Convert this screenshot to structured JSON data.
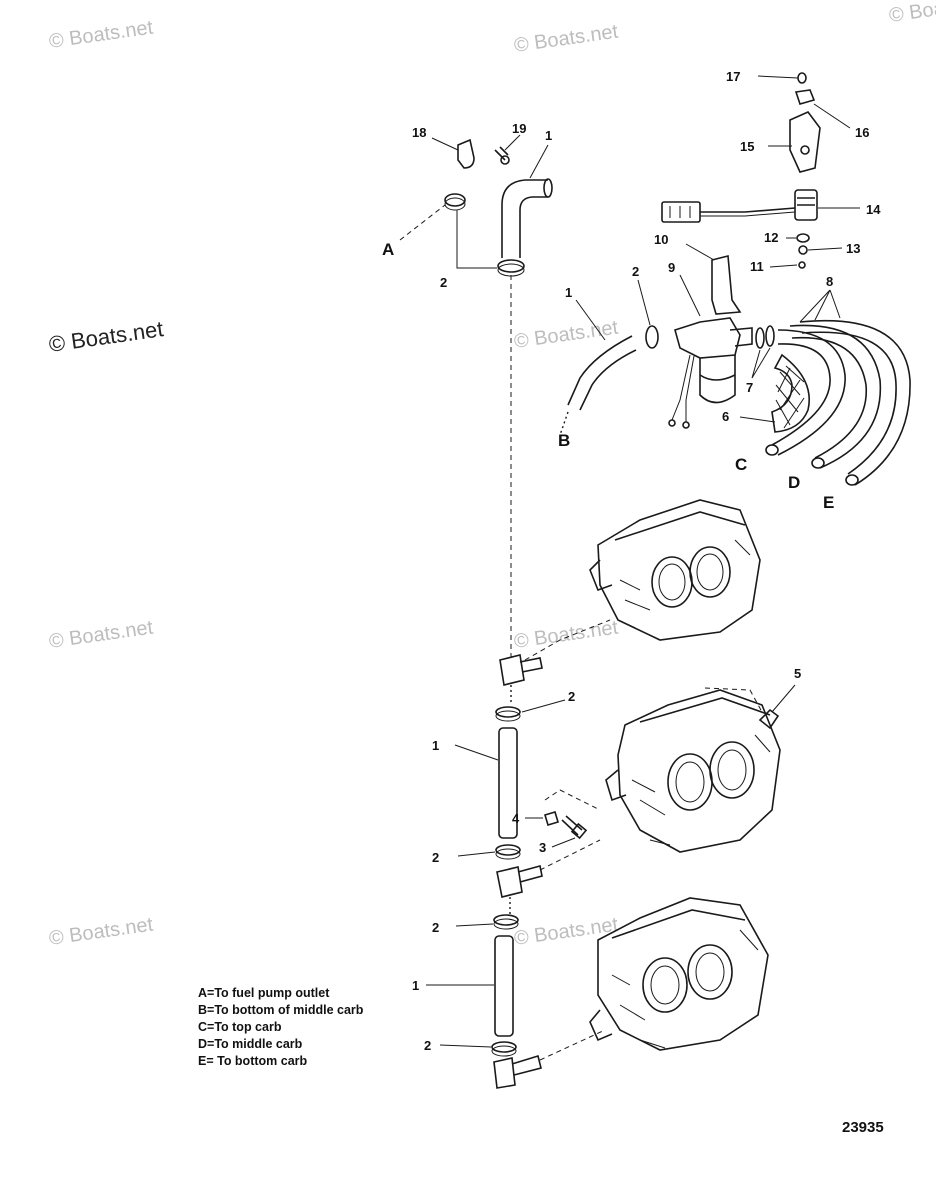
{
  "watermarks": [
    "© Boats.net",
    "© Boats.net",
    "© Boats.net",
    "© Boats.net",
    "© Boats.net",
    "© Boats.net",
    "© Boats.net",
    "© Boats.net",
    "© Boats.net"
  ],
  "callouts": {
    "c17": "17",
    "c16": "16",
    "c15": "15",
    "c14": "14",
    "c13": "13",
    "c12": "12",
    "c11": "11",
    "c10": "10",
    "c9": "9",
    "c8": "8",
    "c7": "7",
    "c6": "6",
    "c2_valve": "2",
    "c1_left_hose": "1",
    "c18": "18",
    "c19": "19",
    "c1_top": "1",
    "c2_top": "2",
    "c2_mid_top": "2",
    "c1_mid": "1",
    "c4": "4",
    "c3": "3",
    "c2_mid_bottom": "2",
    "c5": "5",
    "c2_low_top": "2",
    "c1_low": "1",
    "c2_low_bottom": "2"
  },
  "letters": {
    "A": "A",
    "B": "B",
    "C": "C",
    "D": "D",
    "E": "E"
  },
  "legend": [
    "A=To fuel pump outlet",
    "B=To bottom of middle carb",
    "C=To top carb",
    "D=To middle carb",
    "E= To bottom carb"
  ],
  "figure_number": "23935"
}
